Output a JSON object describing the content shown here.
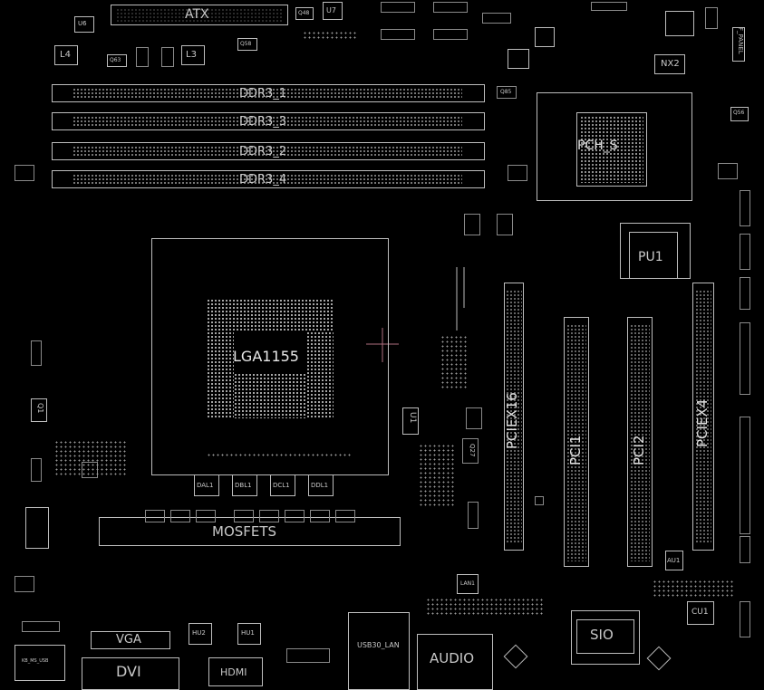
{
  "labels": {
    "atx": "ATX",
    "u6": "U6",
    "u7": "U7",
    "q48": "Q48",
    "q58": "Q58",
    "q63": "Q63",
    "l4": "L4",
    "l3": "L3",
    "nx2": "NX2",
    "q56": "Q56",
    "q85": "Q85",
    "ddr3_1": "DDR3_1",
    "ddr3_3": "DDR3_3",
    "ddr3_2": "DDR3_2",
    "ddr3_4": "DDR3_4",
    "pch": "PCH_S",
    "pu1": "PU1",
    "cpu_socket": "LGA1155",
    "pciex16": "PCIEX16",
    "pci1": "PCI1",
    "pci2": "PCI2",
    "pciex4": "PCIEX4",
    "q1": "Q1",
    "u1": "U1",
    "q27": "Q27",
    "dal1": "DAL1",
    "dbl1": "DBL1",
    "dcl1": "DCL1",
    "ddl1": "DDL1",
    "mosfets": "MOSFETS",
    "vga": "VGA",
    "dvi": "DVI",
    "hdmi": "HDMI",
    "usb_lan": "USB30_LAN",
    "audio": "AUDIO",
    "sio": "SIO",
    "au1": "AU1",
    "cu1": "CU1",
    "f_panel": "F_PANEL",
    "kb_ms_usb": "KB_MS_USB",
    "hu2": "HU2",
    "hu1": "HU1",
    "lan1": "LAN1"
  }
}
